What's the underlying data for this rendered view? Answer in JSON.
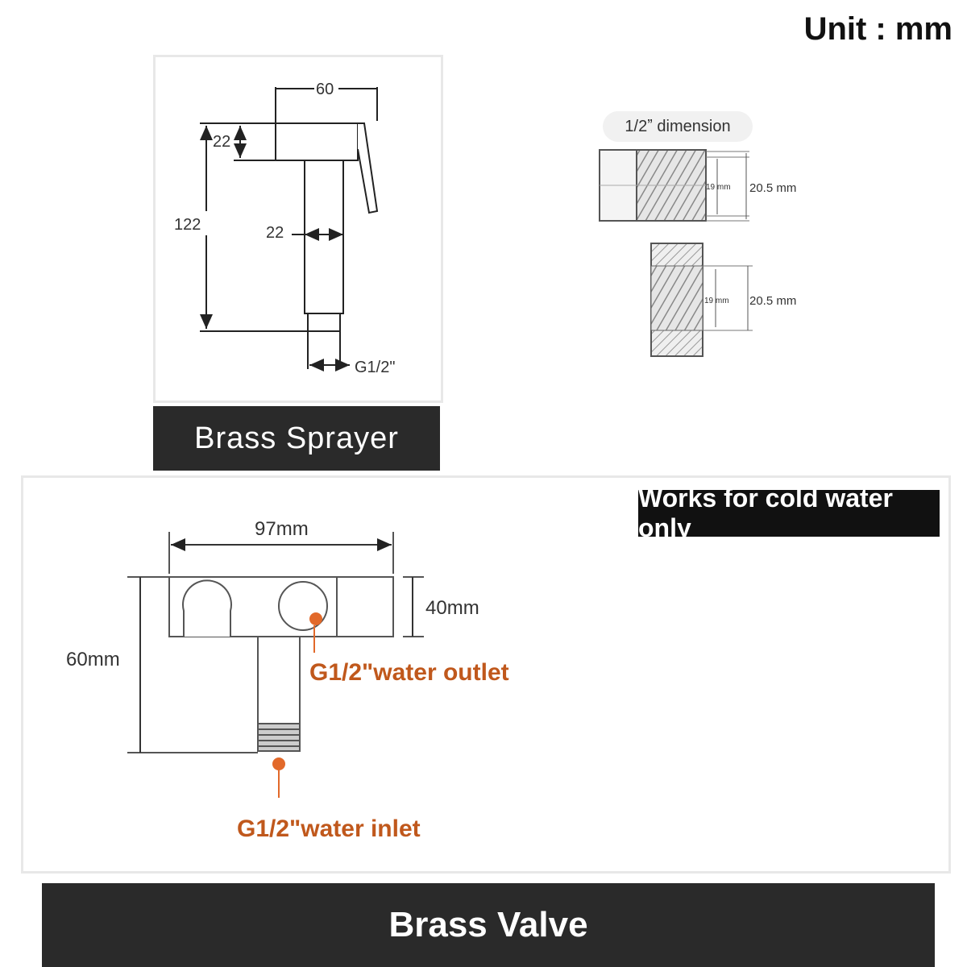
{
  "header": {
    "unit_label": "Unit : mm"
  },
  "sprayer": {
    "width_label": "60",
    "head_height_label": "22",
    "total_height_label": "122",
    "stem_width_label": "22",
    "thread_label": "G1/2\"",
    "caption": "Brass Sprayer"
  },
  "thread_detail": {
    "title": "1/2ˮ  dimension",
    "male_inner_label": "19 mm",
    "male_outer_label": "20.5 mm",
    "female_inner_label": "19 mm",
    "female_outer_label": "20.5 mm"
  },
  "valve": {
    "width_label": "97mm",
    "height_label": "40mm",
    "total_height_label": "60mm",
    "outlet_label": "G1/2\"water outlet",
    "inlet_label": "G1/2\"water inlet",
    "note": "Works for cold water only",
    "caption": "Brass Valve"
  },
  "colors": {
    "accent": "#e2692a",
    "band": "#2a2a2a"
  }
}
